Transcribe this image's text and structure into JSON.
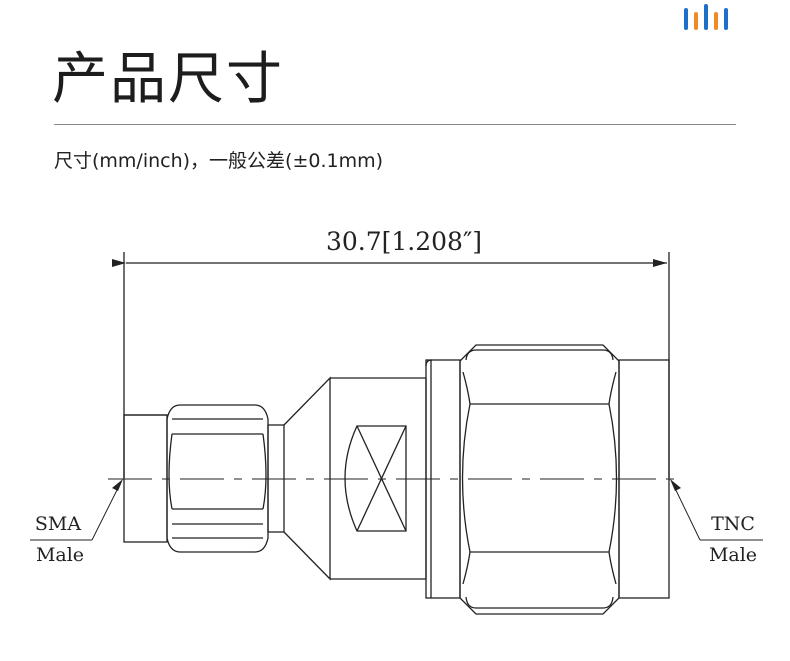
{
  "header": {
    "title": "产品尺寸",
    "subtitle": "尺寸(mm/inch)，一般公差(±0.1mm)",
    "logo_colors": [
      "#1e6fc8",
      "#f08a24",
      "#1e6fc8",
      "#f08a24",
      "#1e6fc8"
    ]
  },
  "drawing": {
    "overall_length": "30.7[1.208″]",
    "left_connector_type": "SMA",
    "left_connector_gender": "Male",
    "right_connector_type": "TNC",
    "right_connector_gender": "Male",
    "line_color": "#222222"
  }
}
